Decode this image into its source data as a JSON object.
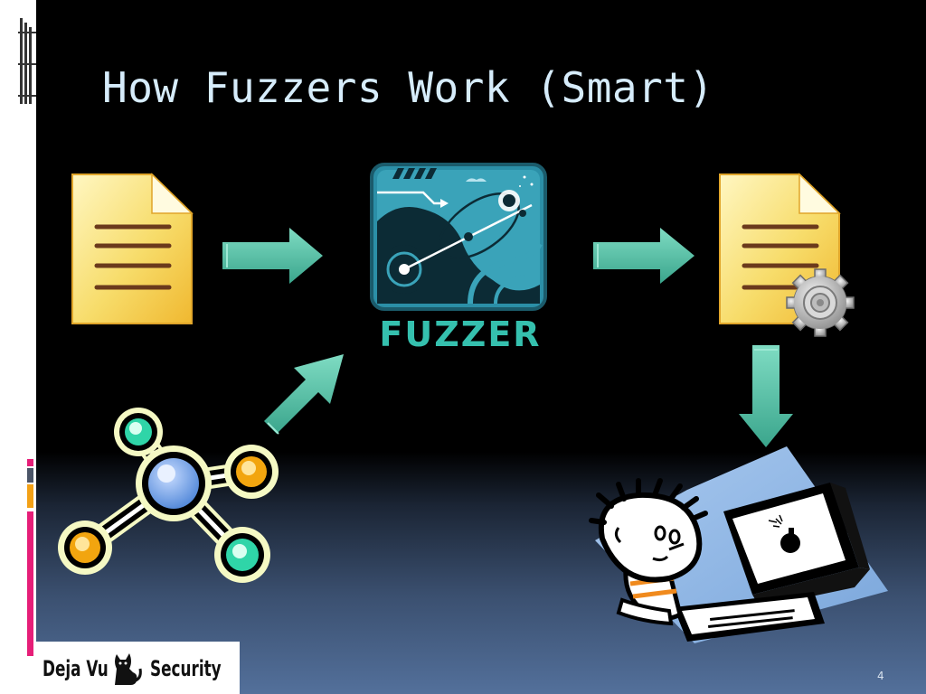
{
  "slide": {
    "title": "How Fuzzers Work (Smart)",
    "fuzzer_label": "FUZZER",
    "page_number": "4"
  },
  "branding": {
    "logo_text_left": "Deja Vu",
    "logo_text_right": "Security",
    "logo_icon": "cat-icon"
  },
  "colors": {
    "title": "#d6ecfb",
    "arrow": "#4cc0a6",
    "fuzzer_label": "#35c0ae",
    "accent_pink": "#e61e78",
    "accent_orange": "#f3a116",
    "accent_slate": "#4b5568"
  },
  "icons": [
    "document-icon",
    "arrow-right-icon",
    "fuzzer-logo-icon",
    "modified-document-icon",
    "gear-icon",
    "arrow-down-icon",
    "arrow-diagonal-icon",
    "network-molecule-icon",
    "person-at-computer-icon"
  ]
}
